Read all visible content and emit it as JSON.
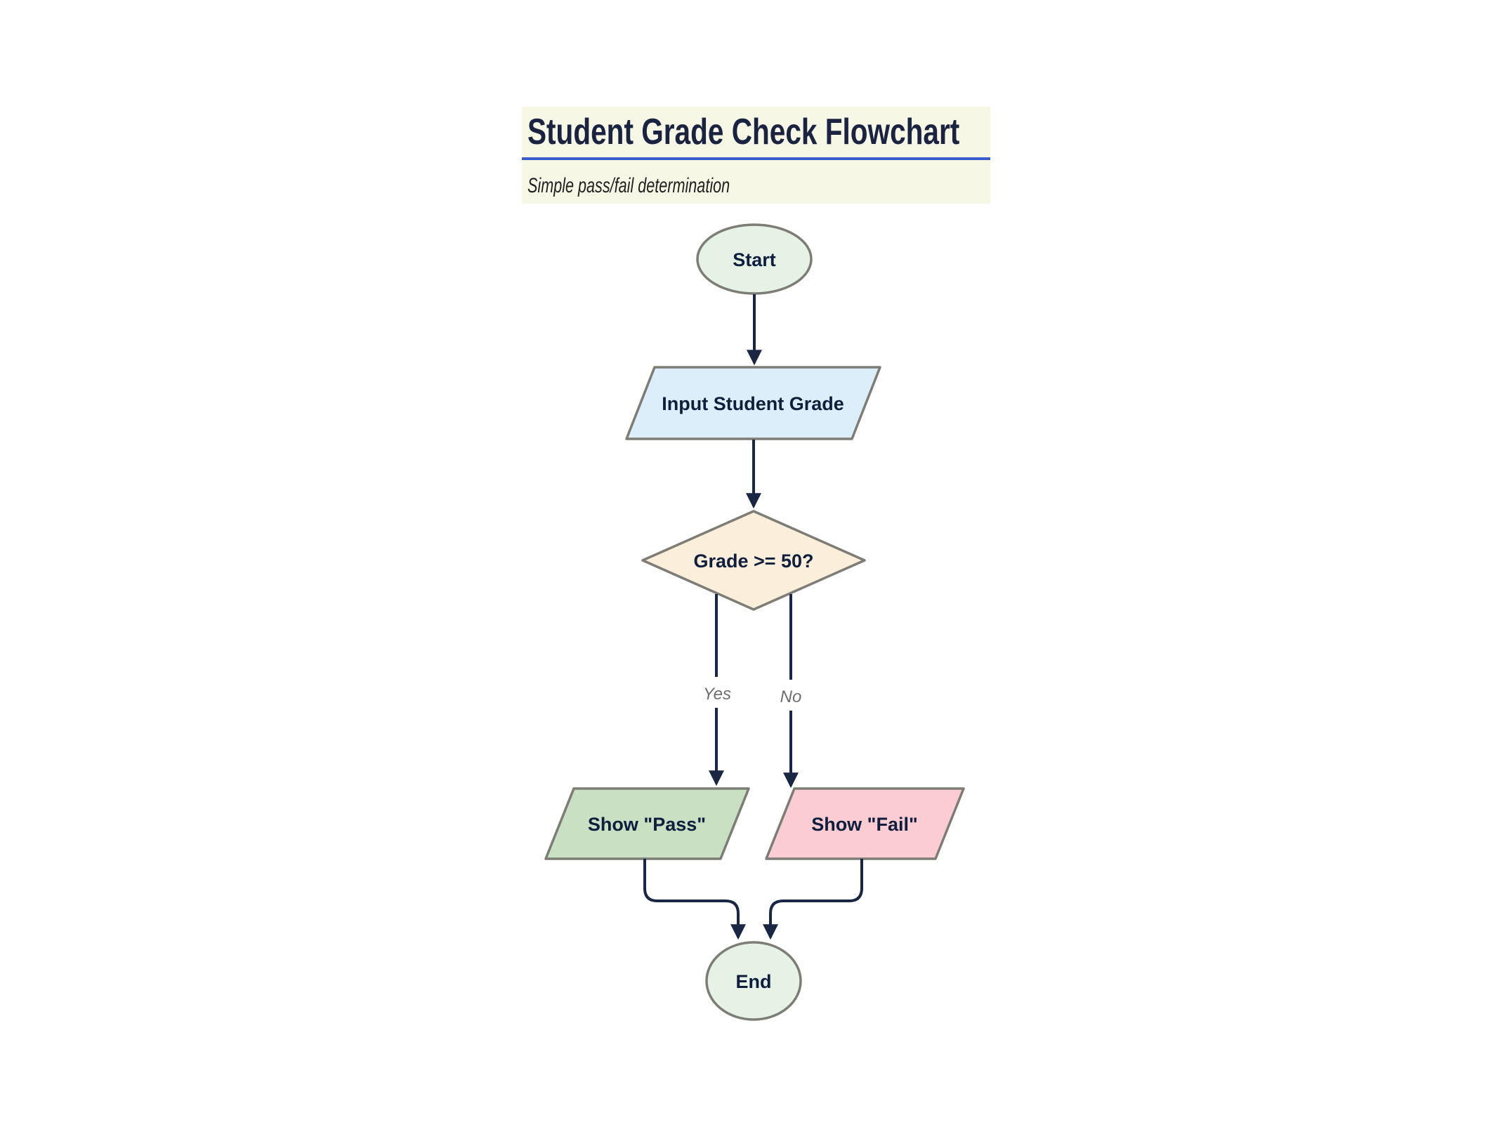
{
  "header": {
    "title": "Student Grade Check Flowchart",
    "subtitle": "Simple pass/fail determination"
  },
  "nodes": {
    "start": {
      "label": "Start",
      "shape": "terminator",
      "fill": "#e6f2e6"
    },
    "input": {
      "label": "Input Student Grade",
      "shape": "parallelogram",
      "fill": "#ddeefb"
    },
    "decision": {
      "label": "Grade >= 50?",
      "shape": "diamond",
      "fill": "#fbeeda"
    },
    "pass": {
      "label": "Show \"Pass\"",
      "shape": "parallelogram",
      "fill": "#c9e0c3"
    },
    "fail": {
      "label": "Show \"Fail\"",
      "shape": "parallelogram",
      "fill": "#fbcdd3"
    },
    "end": {
      "label": "End",
      "shape": "terminator",
      "fill": "#e6f2e6"
    }
  },
  "edges": {
    "start_to_input": {
      "label": ""
    },
    "input_to_decision": {
      "label": ""
    },
    "decision_to_pass": {
      "label": "Yes"
    },
    "decision_to_fail": {
      "label": "No"
    },
    "pass_to_end": {
      "label": ""
    },
    "fail_to_end": {
      "label": ""
    }
  },
  "colors": {
    "page-bg": "#ffffff",
    "header-bg": "#f7f7e6",
    "accent": "#3a5ccc",
    "title-text": "#1a2340",
    "subtitle-text": "#1f1f1f",
    "node-border": "#7d7d75",
    "edge-line": "#1a2744",
    "node-text": "#0e1e3c",
    "edge-label-text": "#6e6e6e"
  }
}
